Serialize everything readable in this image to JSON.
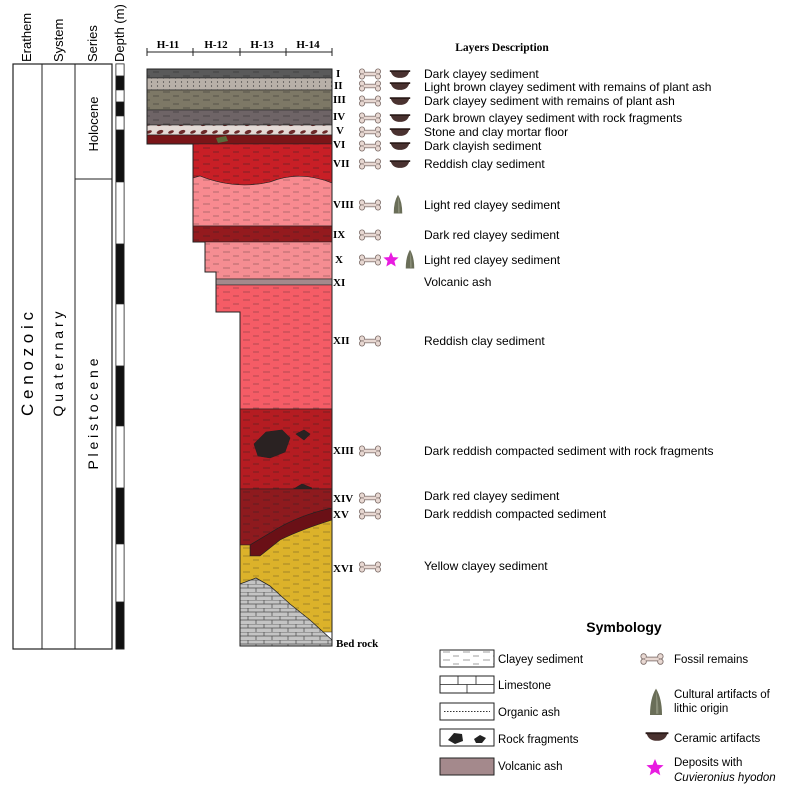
{
  "column_headers": {
    "erathem": "Erathem",
    "system": "System",
    "series": "Series",
    "depth": "Depth (m)"
  },
  "strat_units": {
    "erathem": "C e n o z o i c",
    "system": "Q u a t e r n a r y",
    "holocene": "Holocene",
    "pleistocene": "P l e i s t o c e n e"
  },
  "sections": [
    "H-11",
    "H-12",
    "H-13",
    "H-14"
  ],
  "layers_description_title": "Layers Description",
  "layers": [
    {
      "numeral": "I",
      "description": "Dark clayey sediment"
    },
    {
      "numeral": "II",
      "description": "Light brown clayey sediment with remains of plant ash"
    },
    {
      "numeral": "III",
      "description": "Dark clayey sediment with remains of plant ash"
    },
    {
      "numeral": "IV",
      "description": "Dark brown clayey sediment with rock fragments"
    },
    {
      "numeral": "V",
      "description": "Stone and clay mortar floor"
    },
    {
      "numeral": "VI",
      "description": "Dark clayish sediment"
    },
    {
      "numeral": "VII",
      "description": "Reddish clay sediment"
    },
    {
      "numeral": "VIII",
      "description": "Light red clayey sediment"
    },
    {
      "numeral": "IX",
      "description": "Dark red clayey sediment"
    },
    {
      "numeral": "X",
      "description": "Light red clayey sediment"
    },
    {
      "numeral": "XI",
      "description": "Volcanic ash"
    },
    {
      "numeral": "XII",
      "description": "Reddish clay sediment"
    },
    {
      "numeral": "XIII",
      "description": "Dark reddish compacted sediment with rock fragments"
    },
    {
      "numeral": "XIV",
      "description": "Dark red clayey sediment"
    },
    {
      "numeral": "XV",
      "description": "Dark reddish compacted sediment"
    },
    {
      "numeral": "XVI",
      "description": "Yellow clayey sediment"
    }
  ],
  "bedrock_label": "Bed rock",
  "symbology": {
    "title": "Symbology",
    "items": [
      {
        "label": "Clayey sediment",
        "icon": "clayey-sediment-swatch"
      },
      {
        "label": "Limestone",
        "icon": "limestone-swatch"
      },
      {
        "label": "Organic ash",
        "icon": "organic-ash-swatch"
      },
      {
        "label": "Rock fragments",
        "icon": "rock-fragments-swatch"
      },
      {
        "label": "Volcanic ash",
        "icon": "volcanic-ash-swatch"
      },
      {
        "label": "Fossil remains",
        "icon": "bone-icon"
      },
      {
        "label_line1": "Cultural artifacts of",
        "label_line2": "lithic origin",
        "icon": "lithic-artifact-icon"
      },
      {
        "label": "Ceramic artifacts",
        "icon": "ceramic-bowl-icon"
      },
      {
        "label_line1": "Deposits with",
        "label_line2": "Cuvieronius hyodon",
        "icon": "magenta-star-icon"
      }
    ]
  },
  "colors": {
    "dark_clay": "#5a5a5a",
    "light_brown": "#b8b0a8",
    "dark_ash": "#7d7866",
    "dark_brown": "#6e6466",
    "mortar": "#e0d6d2",
    "dark_red": "#8e1a1a",
    "reddish": "#cc1f2a",
    "light_red": "#f88a90",
    "volcanic_ash": "#a4898c",
    "red_clay": "#f55c66",
    "compacted": "#b51c22",
    "yellow": "#dcb22a",
    "limestone": "#bcbcbc",
    "bone": "#e8d8d2",
    "ceramic": "#4a3230",
    "lithic": "#6a6e58",
    "star": "#e81ce0"
  }
}
